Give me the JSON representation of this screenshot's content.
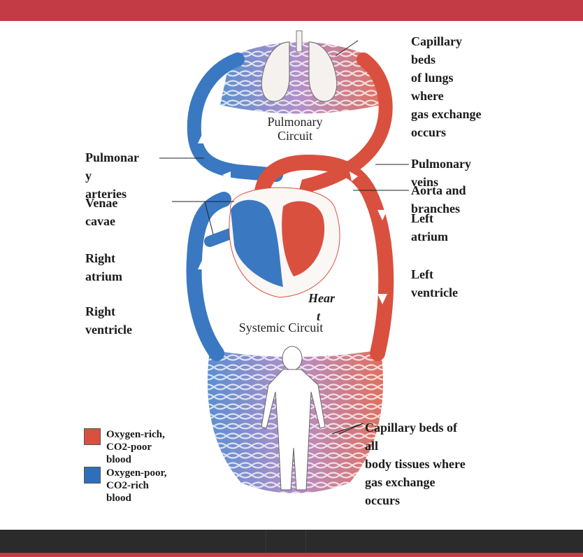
{
  "labels": {
    "capillary_lungs": [
      "Capillary",
      "beds",
      "of lungs",
      "where",
      "gas exchange",
      "occurs"
    ],
    "pulmonary_arteries": [
      "Pulmonar",
      "y",
      "arteries"
    ],
    "venae_cavae": [
      "Venae",
      "cavae"
    ],
    "right_atrium": [
      "Right",
      "atrium"
    ],
    "right_ventricle": [
      "Right",
      "ventricle"
    ],
    "pulmonary_veins": [
      "Pulmonary",
      "veins"
    ],
    "aorta": [
      "Aorta and",
      "branches"
    ],
    "left_atrium": [
      "Left",
      "atrium"
    ],
    "left_ventricle": [
      "Left",
      "ventricle"
    ],
    "heart": [
      "Hear",
      "t"
    ],
    "capillary_body": [
      "Capillary beds of",
      "all",
      "body tissues where",
      "gas exchange",
      "occurs"
    ]
  },
  "circuits": {
    "pulmonary": [
      "Pulmonary",
      "Circuit"
    ],
    "systemic": "Systemic Circuit"
  },
  "legend": [
    {
      "color": "#d9503f",
      "lines": [
        "Oxygen-rich,",
        "CO2-poor",
        "blood"
      ]
    },
    {
      "color": "#2f6fba",
      "lines": [
        "Oxygen-poor,",
        "CO2-rich",
        "blood"
      ]
    }
  ],
  "colors": {
    "oxygen_rich": "#d9503f",
    "oxygen_poor": "#3a78c2",
    "accent_bar": "#c23b45"
  }
}
